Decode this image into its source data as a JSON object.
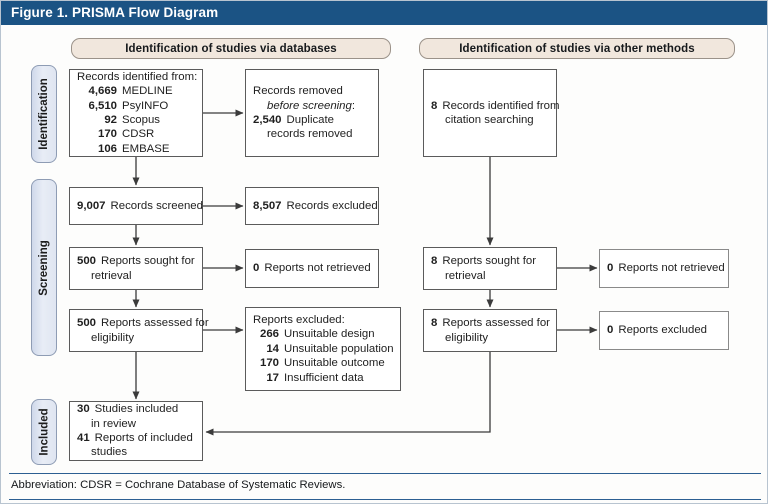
{
  "figure": {
    "title": "Figure 1. PRISMA Flow Diagram",
    "title_bar_color": "#1b5384"
  },
  "stages": [
    {
      "label": "Identification"
    },
    {
      "label": "Screening"
    },
    {
      "label": "Included"
    }
  ],
  "columns": [
    {
      "header": "Identification of studies via databases"
    },
    {
      "header": "Identification of studies via other methods"
    }
  ],
  "boxes": {
    "records_identified": {
      "intro": "Records identified from:",
      "items": [
        {
          "n": "4,669",
          "label": "MEDLINE"
        },
        {
          "n": "6,510",
          "label": "PsyINFO"
        },
        {
          "n": "92",
          "label": "Scopus"
        },
        {
          "n": "170",
          "label": "CDSR"
        },
        {
          "n": "106",
          "label": "EMBASE"
        }
      ]
    },
    "records_removed": {
      "line1": "Records removed",
      "line2_italic": "before screening",
      "line2_tail": ":",
      "n": "2,540",
      "label": "Duplicate",
      "label2": "records removed"
    },
    "records_screened": {
      "n": "9,007",
      "label": "Records screened"
    },
    "records_excluded": {
      "n": "8,507",
      "label": "Records excluded"
    },
    "reports_sought": {
      "n": "500",
      "label": "Reports sought for",
      "label2": "retrieval"
    },
    "reports_not_retrieved": {
      "n": "0",
      "label": "Reports not retrieved"
    },
    "reports_assessed": {
      "n": "500",
      "label": "Reports assessed for",
      "label2": "eligibility"
    },
    "reports_excluded": {
      "intro": "Reports excluded:",
      "items": [
        {
          "n": "266",
          "label": "Unsuitable design"
        },
        {
          "n": "14",
          "label": "Unsuitable population"
        },
        {
          "n": "170",
          "label": "Unsuitable outcome"
        },
        {
          "n": "17",
          "label": "Insufficient data"
        }
      ]
    },
    "citation_identified": {
      "n": "8",
      "label": "Records identified from",
      "label2": "citation searching"
    },
    "other_reports_sought": {
      "n": "8",
      "label": "Reports sought for",
      "label2": "retrieval"
    },
    "other_reports_not_retrieved": {
      "n": "0",
      "label": "Reports not retrieved"
    },
    "other_reports_assessed": {
      "n": "8",
      "label": "Reports assessed for",
      "label2": "eligibility"
    },
    "other_reports_excluded": {
      "n": "0",
      "label": "Reports excluded"
    },
    "included": {
      "n1": "30",
      "label1": "Studies included",
      "label1b": "in review",
      "n2": "41",
      "label2": "Reports of included",
      "label2b": "studies"
    }
  },
  "footnote": "Abbreviation: CDSR = Cochrane Database of Systematic Reviews."
}
